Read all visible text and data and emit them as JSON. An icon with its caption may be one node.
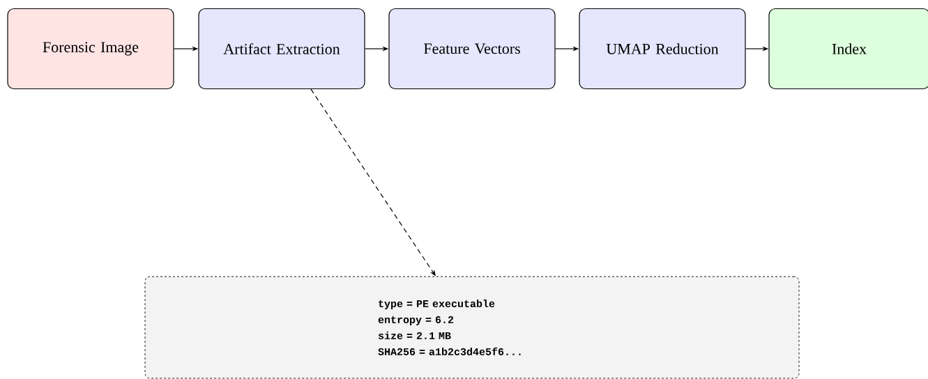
{
  "diagram": {
    "nodes": [
      {
        "text": [
          "Forensic Image"
        ]
      },
      {
        "text": [
          "Artifact Extraction"
        ]
      },
      {
        "text": [
          "Feature Vectors"
        ]
      },
      {
        "text": [
          "UMAP Reduction"
        ]
      },
      {
        "text": [
          "Index"
        ]
      },
      {
        "text": [
          "type = PE executable",
          "entropy = 6.2",
          "size = 2.1 MB",
          "SHA256 = a1b2c3d4e5f6..."
        ]
      }
    ],
    "edges": [
      {
        "from": 0,
        "to": 1,
        "arrow": "to"
      },
      {
        "from": 1,
        "to": 2,
        "arrow": "to"
      },
      {
        "from": 2,
        "to": 3,
        "arrow": "to"
      },
      {
        "from": 3,
        "to": 4,
        "arrow": "to"
      },
      {
        "from": 1,
        "to": 5,
        "arrow": "to",
        "style": "dashed"
      }
    ]
  }
}
